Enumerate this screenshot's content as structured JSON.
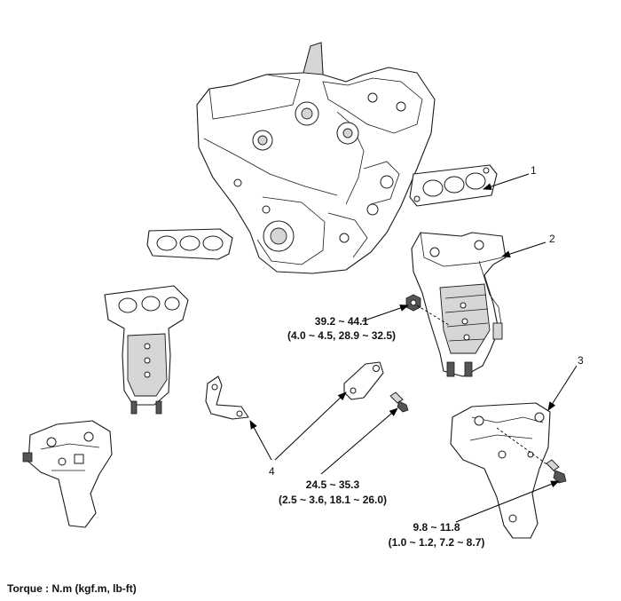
{
  "callouts": {
    "part1": "1",
    "part2": "2",
    "part3": "3",
    "part4": "4"
  },
  "torques": {
    "t1_line1": "39.2 ~ 44.1",
    "t1_line2": "(4.0 ~ 4.5, 28.9 ~ 32.5)",
    "t2_line1": "24.5 ~ 35.3",
    "t2_line2": "(2.5 ~ 3.6, 18.1 ~ 26.0)",
    "t3_line1": "9.8 ~ 11.8",
    "t3_line2": "(1.0 ~ 1.2, 7.2 ~ 8.7)"
  },
  "footer": {
    "unit_note": "Torque : N.m (kgf.m, lb-ft)"
  }
}
